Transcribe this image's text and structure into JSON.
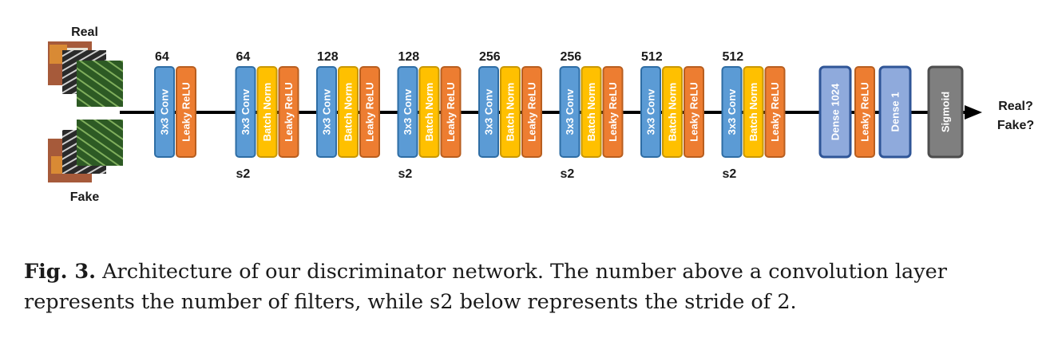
{
  "inputs": {
    "real_label": "Real",
    "fake_label": "Fake"
  },
  "output": {
    "line1": "Real?",
    "line2": "Fake?"
  },
  "layers": {
    "conv": "3x3 Conv",
    "bn": "Batch Norm",
    "relu": "Leaky ReLU",
    "dense1024": "Dense 1024",
    "dense1": "Dense 1",
    "sigmoid": "Sigmoid"
  },
  "groups": [
    {
      "filters": "64",
      "stride": "",
      "batch_norm": false
    },
    {
      "filters": "64",
      "stride": "s2",
      "batch_norm": true
    },
    {
      "filters": "128",
      "stride": "",
      "batch_norm": true
    },
    {
      "filters": "128",
      "stride": "s2",
      "batch_norm": true
    },
    {
      "filters": "256",
      "stride": "",
      "batch_norm": true
    },
    {
      "filters": "256",
      "stride": "s2",
      "batch_norm": true
    },
    {
      "filters": "512",
      "stride": "",
      "batch_norm": true
    },
    {
      "filters": "512",
      "stride": "s2",
      "batch_norm": true
    }
  ],
  "caption": {
    "label": "Fig. 3.",
    "text": " Architecture of our discriminator network. The number above a convolution layer represents the number of filters, while s2 below represents the stride of 2."
  },
  "colors": {
    "conv_fill": "#5b9bd5",
    "conv_stroke": "#2e6da4",
    "bn_fill": "#ffc000",
    "bn_stroke": "#c99700",
    "relu_fill": "#ed7d31",
    "relu_stroke": "#b85e1f",
    "dense_fill": "#8faadc",
    "dense_stroke": "#2f5597",
    "sigmoid_fill": "#7f7f7f",
    "sigmoid_stroke": "#4d4d4d"
  }
}
